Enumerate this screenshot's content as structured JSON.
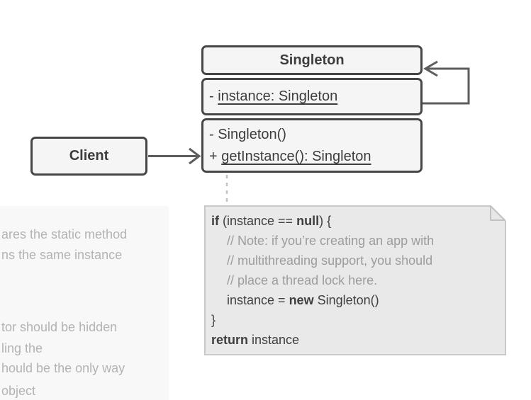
{
  "sidebar": {
    "fragments": [
      "ares the static method",
      "ns the same instance",
      "tor should be hidden",
      "ling the",
      "hould be the only way",
      "object"
    ]
  },
  "classes": {
    "client": {
      "title": "Client"
    },
    "singleton": {
      "title": "Singleton",
      "field_prefix": "- ",
      "field_text": "instance: Singleton",
      "method1_prefix": "- ",
      "method1_text": "Singleton()",
      "method2_prefix": "+ ",
      "method2_text": "getInstance(): Singleton"
    }
  },
  "note": {
    "line1": {
      "kw1": "if",
      "t1": " (instance == ",
      "kw2": "null",
      "t2": ") {"
    },
    "line2": "// Note: if you’re creating an app with",
    "line3": "// multithreading support, you should",
    "line4": "// place a thread lock here.",
    "line5": {
      "t1": "instance = ",
      "kw": "new",
      "t2": " Singleton()"
    },
    "line6": "}",
    "line7": {
      "kw": "return",
      "t1": " instance"
    }
  },
  "colors": {
    "class_border": "#464646",
    "class_fill": "#f5f5f5",
    "class_text": "#3d3d3d",
    "arrow": "#5d5d5d",
    "note_fill": "#e9e9e9",
    "note_border": "#c9c9c9",
    "code_text": "#3f3f3f",
    "comment_text": "#9c9c9c",
    "panel_fill": "#f8f8f8",
    "panel_text": "#b3b3b3",
    "dashed_connector": "#c2c2c2"
  }
}
